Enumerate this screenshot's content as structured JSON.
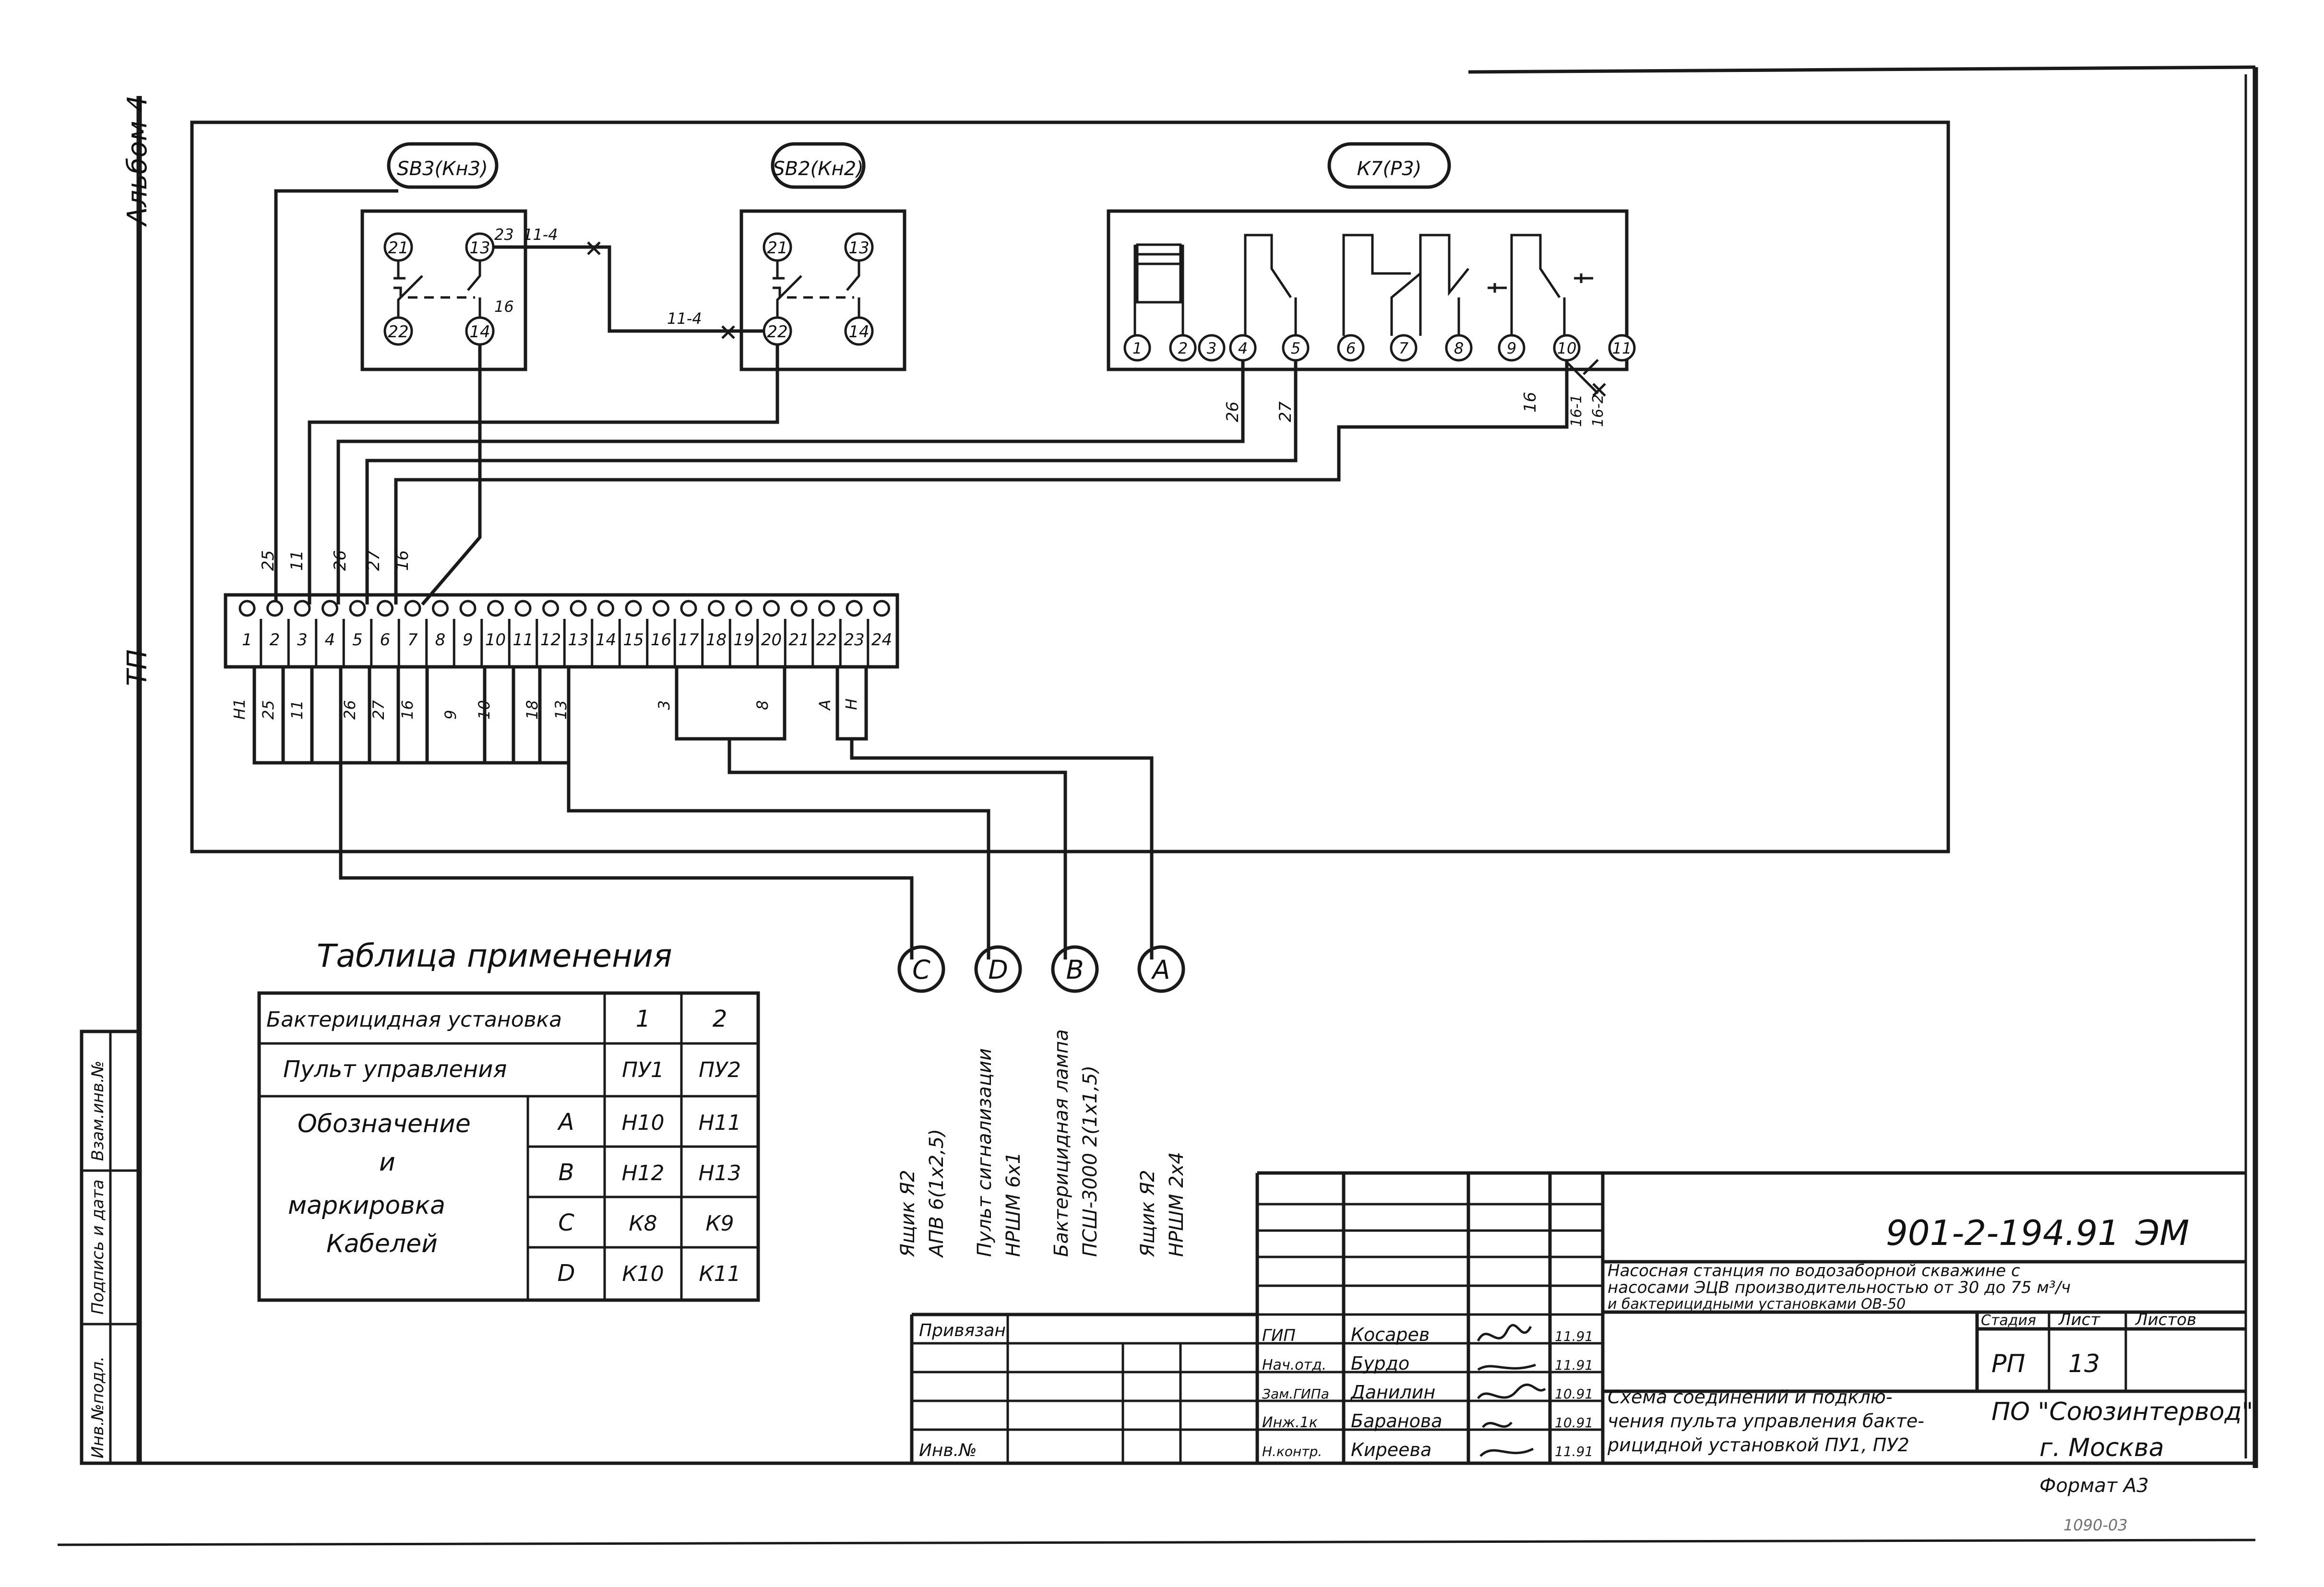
{
  "side_labels": {
    "album": "Альбом 4",
    "tp": "ТП"
  },
  "devices": {
    "sb3": {
      "tag": "SB3(Кн3)",
      "terms": [
        "21",
        "13",
        "22",
        "14"
      ]
    },
    "sb2": {
      "tag": "SB2(Кн2)",
      "terms": [
        "21",
        "13",
        "22",
        "14"
      ]
    },
    "k7": {
      "tag": "К7(Р3)",
      "terms": [
        "1",
        "2",
        "3",
        "4",
        "5",
        "6",
        "7",
        "8",
        "9",
        "10",
        "11"
      ]
    }
  },
  "wire_labels": {
    "sb3_23": "23",
    "sb3_16": "16",
    "link_top": "11-4",
    "link_bottom": "11-4",
    "k7_26": "26",
    "k7_27": "27",
    "k7_16": "16",
    "k7_16_1": "16-1",
    "k7_16_2": "16-2",
    "strip_top": [
      "25",
      "11",
      "26",
      "27",
      "16"
    ],
    "strip_bottom": [
      "Н1",
      "25",
      "11",
      "26",
      "27",
      "16",
      "9",
      "10",
      "18",
      "13",
      "3",
      "8",
      "А",
      "Н"
    ]
  },
  "terminal_strip": {
    "numbers": [
      "1",
      "2",
      "3",
      "4",
      "5",
      "6",
      "7",
      "8",
      "9",
      "10",
      "11",
      "12",
      "13",
      "14",
      "15",
      "16",
      "17",
      "18",
      "19",
      "20",
      "21",
      "22",
      "23",
      "24"
    ]
  },
  "cables": [
    {
      "letter": "С",
      "line1": "Ящик Я2",
      "line2": "АПВ 6(1х2,5)"
    },
    {
      "letter": "D",
      "line1": "Пульт сигнализации",
      "line2": "НРШМ 6х1"
    },
    {
      "letter": "В",
      "line1": "Бактерицидная лампа",
      "line2": "ПСШ-3000 2(1х1,5)"
    },
    {
      "letter": "А",
      "line1": "Ящик Я2",
      "line2": "НРШМ 2х4"
    }
  ],
  "table": {
    "title": "Таблица применения",
    "row1": {
      "label": "Бактерицидная установка",
      "c1": "1",
      "c2": "2"
    },
    "row2": {
      "label": "Пульт управления",
      "c1": "ПУ1",
      "c2": "ПУ2"
    },
    "group": {
      "l1": "Обозначение",
      "l2": "и",
      "l3": "маркировка",
      "l4": "Кабелей"
    },
    "rows": [
      {
        "k": "А",
        "c1": "Н10",
        "c2": "Н11"
      },
      {
        "k": "В",
        "c1": "Н12",
        "c2": "Н13"
      },
      {
        "k": "С",
        "c1": "К8",
        "c2": "К9"
      },
      {
        "k": "D",
        "c1": "К10",
        "c2": "К11"
      }
    ]
  },
  "stamp": {
    "code": "901-2-194.91",
    "mark": "ЭМ",
    "project_l1": "Насосная станция по водозаборной скважине с",
    "project_l2": "насосами ЭЦВ производительностью от 30 до 75 м³/ч",
    "project_l3": "и бактерицидными установками ОВ-50",
    "stage_h": "Стадия",
    "sheet_h": "Лист",
    "sheets_h": "Листов",
    "stage": "РП",
    "sheet": "13",
    "doc_l1": "Схема соединений и подклю-",
    "doc_l2": "чения пульта управления бакте-",
    "doc_l3": "рицидной установкой ПУ1, ПУ2",
    "org_l1": "ПО \"Союзинтервод\"",
    "org_l2": "г. Москва",
    "privyazan": "Привязан",
    "inv": "Инв.№",
    "people": [
      {
        "role": "ГИП",
        "name": "Косарев",
        "date": "11.91"
      },
      {
        "role": "Нач.отд.",
        "name": "Бурдо",
        "date": "11.91"
      },
      {
        "role": "Зам.ГИПа",
        "name": "Данилин",
        "date": "10.91"
      },
      {
        "role": "Инж.1к",
        "name": "Баранова",
        "date": "10.91"
      },
      {
        "role": "Н.контр.",
        "name": "Киреева",
        "date": "11.91"
      }
    ],
    "format": "Формат А3",
    "extra": "1090-03"
  },
  "left_strip": [
    "Инв.№подл.",
    "Подпись и дата",
    "Взам.инв.№"
  ]
}
